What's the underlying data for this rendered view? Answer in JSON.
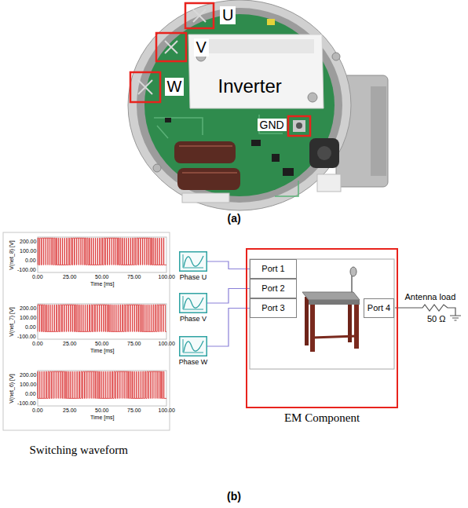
{
  "diagram": {
    "nodes": [
      {
        "text": [
          "Phase U"
        ]
      },
      {
        "text": [
          "Phase V"
        ]
      },
      {
        "text": [
          "Phase W"
        ]
      },
      {
        "text": [
          "EM Component"
        ]
      },
      {
        "text": [
          "Port 1"
        ],
        "in": 3
      },
      {
        "text": [
          "Port 2"
        ],
        "in": 3
      },
      {
        "text": [
          "Port 3"
        ],
        "in": 3
      },
      {
        "text": [
          "Port 4"
        ],
        "in": 3
      }
    ],
    "edges": [
      {
        "from": 0,
        "to": 4,
        "arrow": "none"
      },
      {
        "from": 1,
        "to": 5,
        "arrow": "none"
      },
      {
        "from": 2,
        "to": 6,
        "arrow": "none"
      }
    ],
    "labels": [
      "U",
      "V",
      "W",
      "GND",
      "Inverter",
      "(a)",
      "V(net_8) [V]",
      "200.00",
      "100.00",
      "0.00",
      "-100.00",
      "0.00",
      "25.00",
      "50.00",
      "75.00",
      "100.00",
      "Time [ms]",
      "V(net_7) [V]",
      "200.00",
      "100.00",
      "0.00",
      "-100.00",
      "0.00",
      "25.00",
      "50.00",
      "75.00",
      "100.00",
      "Time [ms]",
      "V(net_6) [V]",
      "200.00",
      "100.00",
      "0.00",
      "-100.00",
      "0.00",
      "25.00",
      "50.00",
      "75.00",
      "100.00",
      "Time [ms]",
      "Switching waveform",
      "Antenna load",
      "50 Ω",
      "(b)"
    ]
  }
}
